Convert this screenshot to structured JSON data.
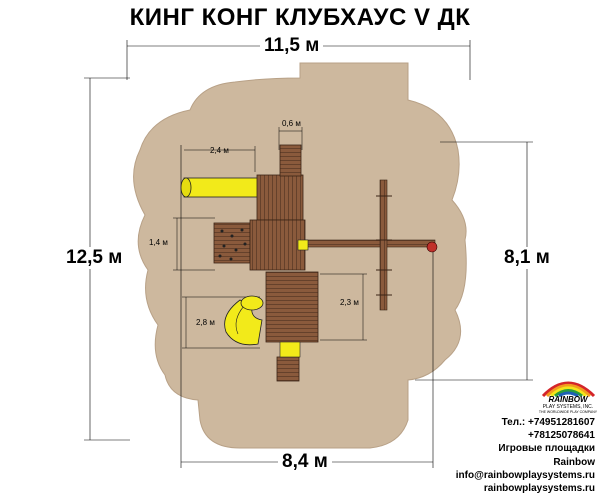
{
  "title": "КИНГ КОНГ КЛУБХАУС V ДК",
  "dimensions": {
    "top_width": "11,5 м",
    "left_height": "12,5 м",
    "right_height": "8,1 м",
    "bottom_width": "8,4 м",
    "small": {
      "d06": "0,6 м",
      "d24": "2,4 м",
      "d14": "1,4 м",
      "d28": "2,8 м",
      "d23": "2,3 м"
    }
  },
  "logo": {
    "brand": "RAINBOW",
    "sub1": "PLAY SYSTEMS, INC.",
    "sub2": "THE WORLDWIDE PLAY COMPANY"
  },
  "contacts": [
    "Тел.: +74951281607",
    "+78125078641",
    "Игровые площадки Rainbow",
    "info@rainbowplaysystems.ru",
    "rainbowplaysystems.ru"
  ],
  "colors": {
    "safety_zone": "#cdb89e",
    "wood": "#8a5a3c",
    "slide": "#f2ea1a",
    "accent_red": "#c0302a"
  }
}
